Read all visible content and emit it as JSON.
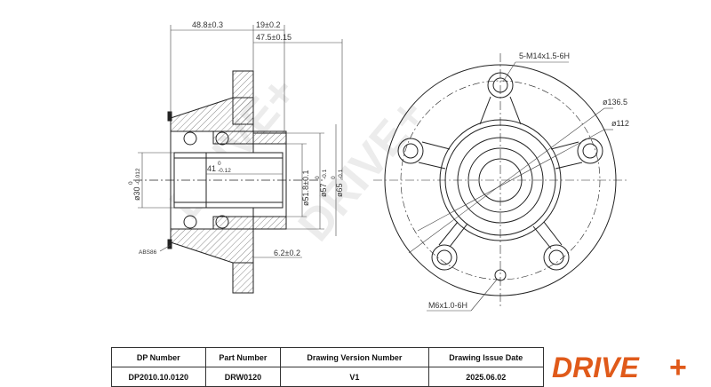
{
  "drawing": {
    "dims_side": {
      "d1": "48.8±0.3",
      "d2": "19±0.2",
      "d3": "47.5±0.15",
      "d4": "6.2±0.2",
      "bore_main": "ø30",
      "bore_tol_top": "0",
      "bore_tol_bottom": "-0.012",
      "inner_len_main": "41",
      "inner_len_tol_top": "0",
      "inner_len_tol_bottom": "-0.12",
      "d51": "ø51.8±0.1",
      "d57_main": "ø57",
      "d57_tol_top": "0",
      "d57_tol_bottom": "-0.1",
      "d65_main": "ø65",
      "d65_tol_top": "0",
      "d65_tol_bottom": "-0.1",
      "abs_label": "ABS86"
    },
    "dims_front": {
      "thread_holes": "5-M14x1.5-6H",
      "d136": "ø136.5",
      "d112": "ø112",
      "small_thread": "M6x1.0-6H"
    },
    "watermark": "DRIVE+"
  },
  "title_block": {
    "headers": [
      "DP Number",
      "Part Number",
      "Drawing Version Number",
      "Drawing Issue Date"
    ],
    "values": [
      "DP2010.10.0120",
      "DRW0120",
      "V1",
      "2025.06.02"
    ]
  },
  "logo": {
    "text_main": "DRIVE",
    "text_plus": "+",
    "color": "#e05a1a"
  }
}
